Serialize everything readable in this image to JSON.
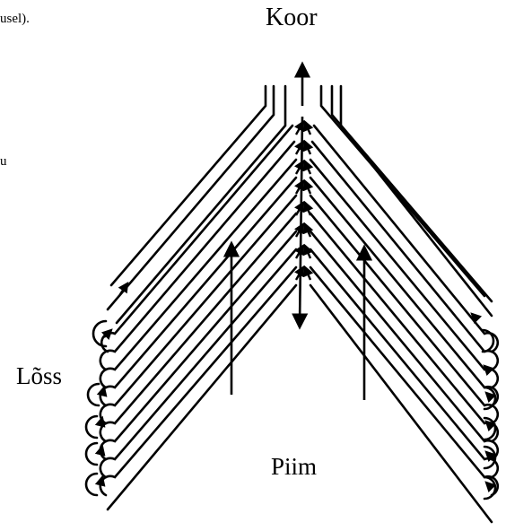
{
  "labels": {
    "cream": "Koor",
    "sediment": "Lõss",
    "milk": "Piim",
    "text_fragment_top": "usel).",
    "text_fragment_mid": "u"
  },
  "colors": {
    "ink": "#000000",
    "paper": "#ffffff"
  },
  "diagram": {
    "description_type": "separator disc stack flow",
    "arrows": [
      {
        "name": "cream-outlet-arrow",
        "direction": "up"
      },
      {
        "name": "center-down-arrow",
        "direction": "down"
      },
      {
        "name": "left-rising-arrow",
        "direction": "up"
      },
      {
        "name": "right-rising-arrow",
        "direction": "up"
      }
    ]
  }
}
